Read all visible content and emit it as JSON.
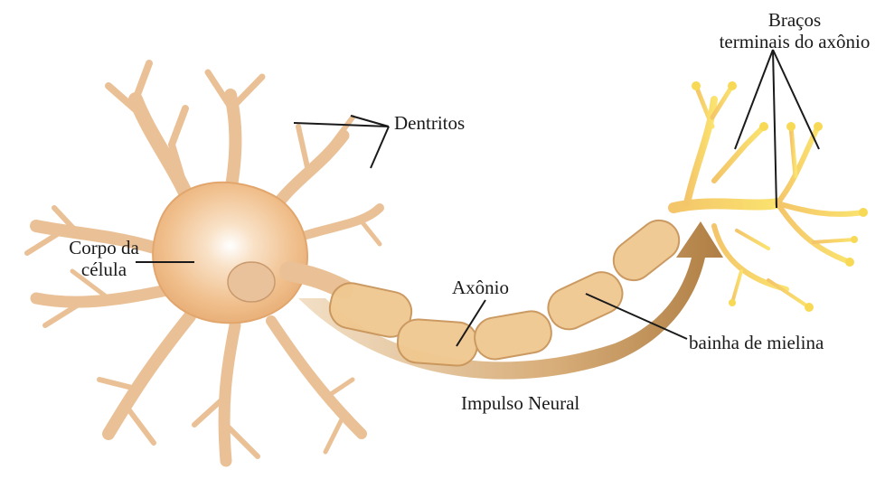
{
  "labels": {
    "dentrites": "Dentritos",
    "cell_body_line1": "Corpo da",
    "cell_body_line2": "célula",
    "axon": "Axônio",
    "terminals_line1": "Braços",
    "terminals_line2": "terminais do axônio",
    "myelin": "bainha de mielina",
    "impulse": "Impulso Neural"
  },
  "colors": {
    "cell_body": "#f2c48e",
    "dendrite": "#f5d6ad",
    "dendrite_stroke": "#e3b47d",
    "nucleus": "#e8c39a",
    "myelin": "#f0c690",
    "myelin_stroke": "#c9955a",
    "terminal": "#f7d24a",
    "impulse_arrow": "#c99a5c",
    "leader_line": "#1a1a1a"
  }
}
